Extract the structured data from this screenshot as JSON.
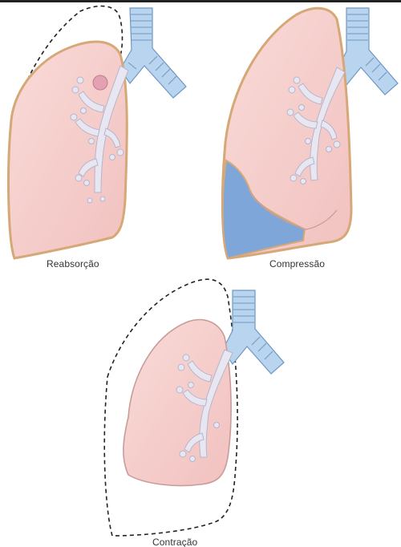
{
  "panels": [
    {
      "id": "reabsorcao",
      "label": "Reabsorção"
    },
    {
      "id": "compressao",
      "label": "Compressão"
    },
    {
      "id": "contracao",
      "label": "Contração"
    }
  ],
  "colors": {
    "lung_fill": "#f6cfcc",
    "lung_border": "#d6a878",
    "trachea_fill": "#b8d4ee",
    "trachea_line": "#6f98c2",
    "bronchi_fill": "#e8e7f1",
    "effusion_fill": "#7ea6d8",
    "obstruction_fill": "#e3a2b3",
    "dashed_outline": "#222222",
    "frame_border": "#222222"
  }
}
